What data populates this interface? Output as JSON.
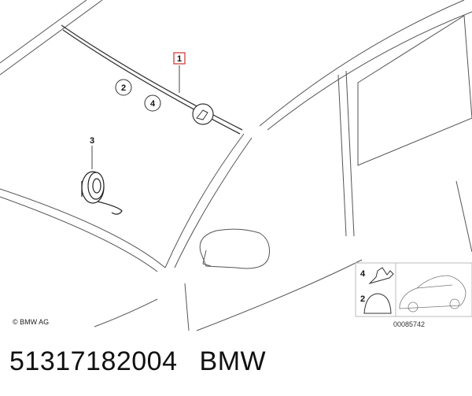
{
  "diagram": {
    "callouts": [
      {
        "id": "1",
        "label": "1",
        "highlighted": true
      },
      {
        "id": "2",
        "label": "2"
      },
      {
        "id": "3",
        "label": "3"
      },
      {
        "id": "4",
        "label": "4"
      }
    ],
    "inset_labels": [
      "4",
      "2"
    ],
    "copyright": "© BMW AG",
    "reference_code": "00085742"
  },
  "footer": {
    "part_number": "51317182004",
    "brand": "BMW"
  },
  "colors": {
    "line": "#444444",
    "highlight": "#d03030"
  }
}
